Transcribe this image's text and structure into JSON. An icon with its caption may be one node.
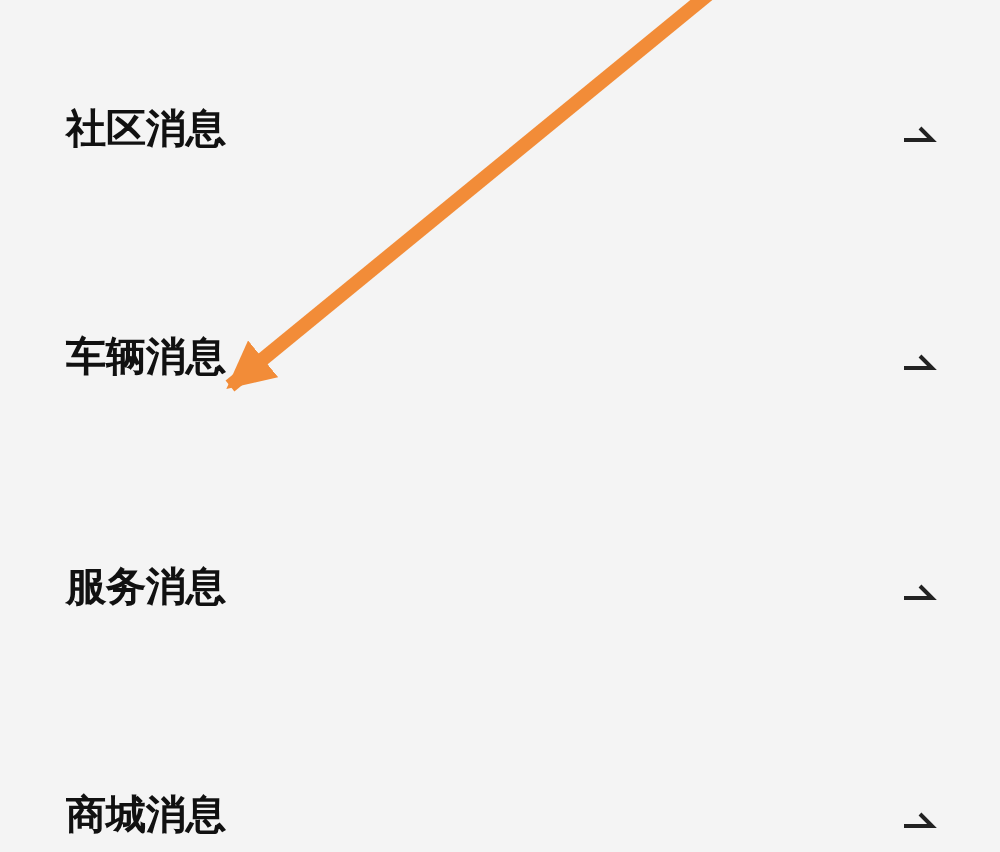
{
  "diagram": {
    "nodes": [
      {
        "text": [
          "社区消息"
        ]
      },
      {
        "text": [
          "车辆消息"
        ]
      },
      {
        "text": [
          "服务消息"
        ]
      },
      {
        "text": [
          "商城消息"
        ]
      }
    ],
    "edges": [
      {
        "from": null,
        "to": 1,
        "arrow": "to"
      }
    ]
  }
}
